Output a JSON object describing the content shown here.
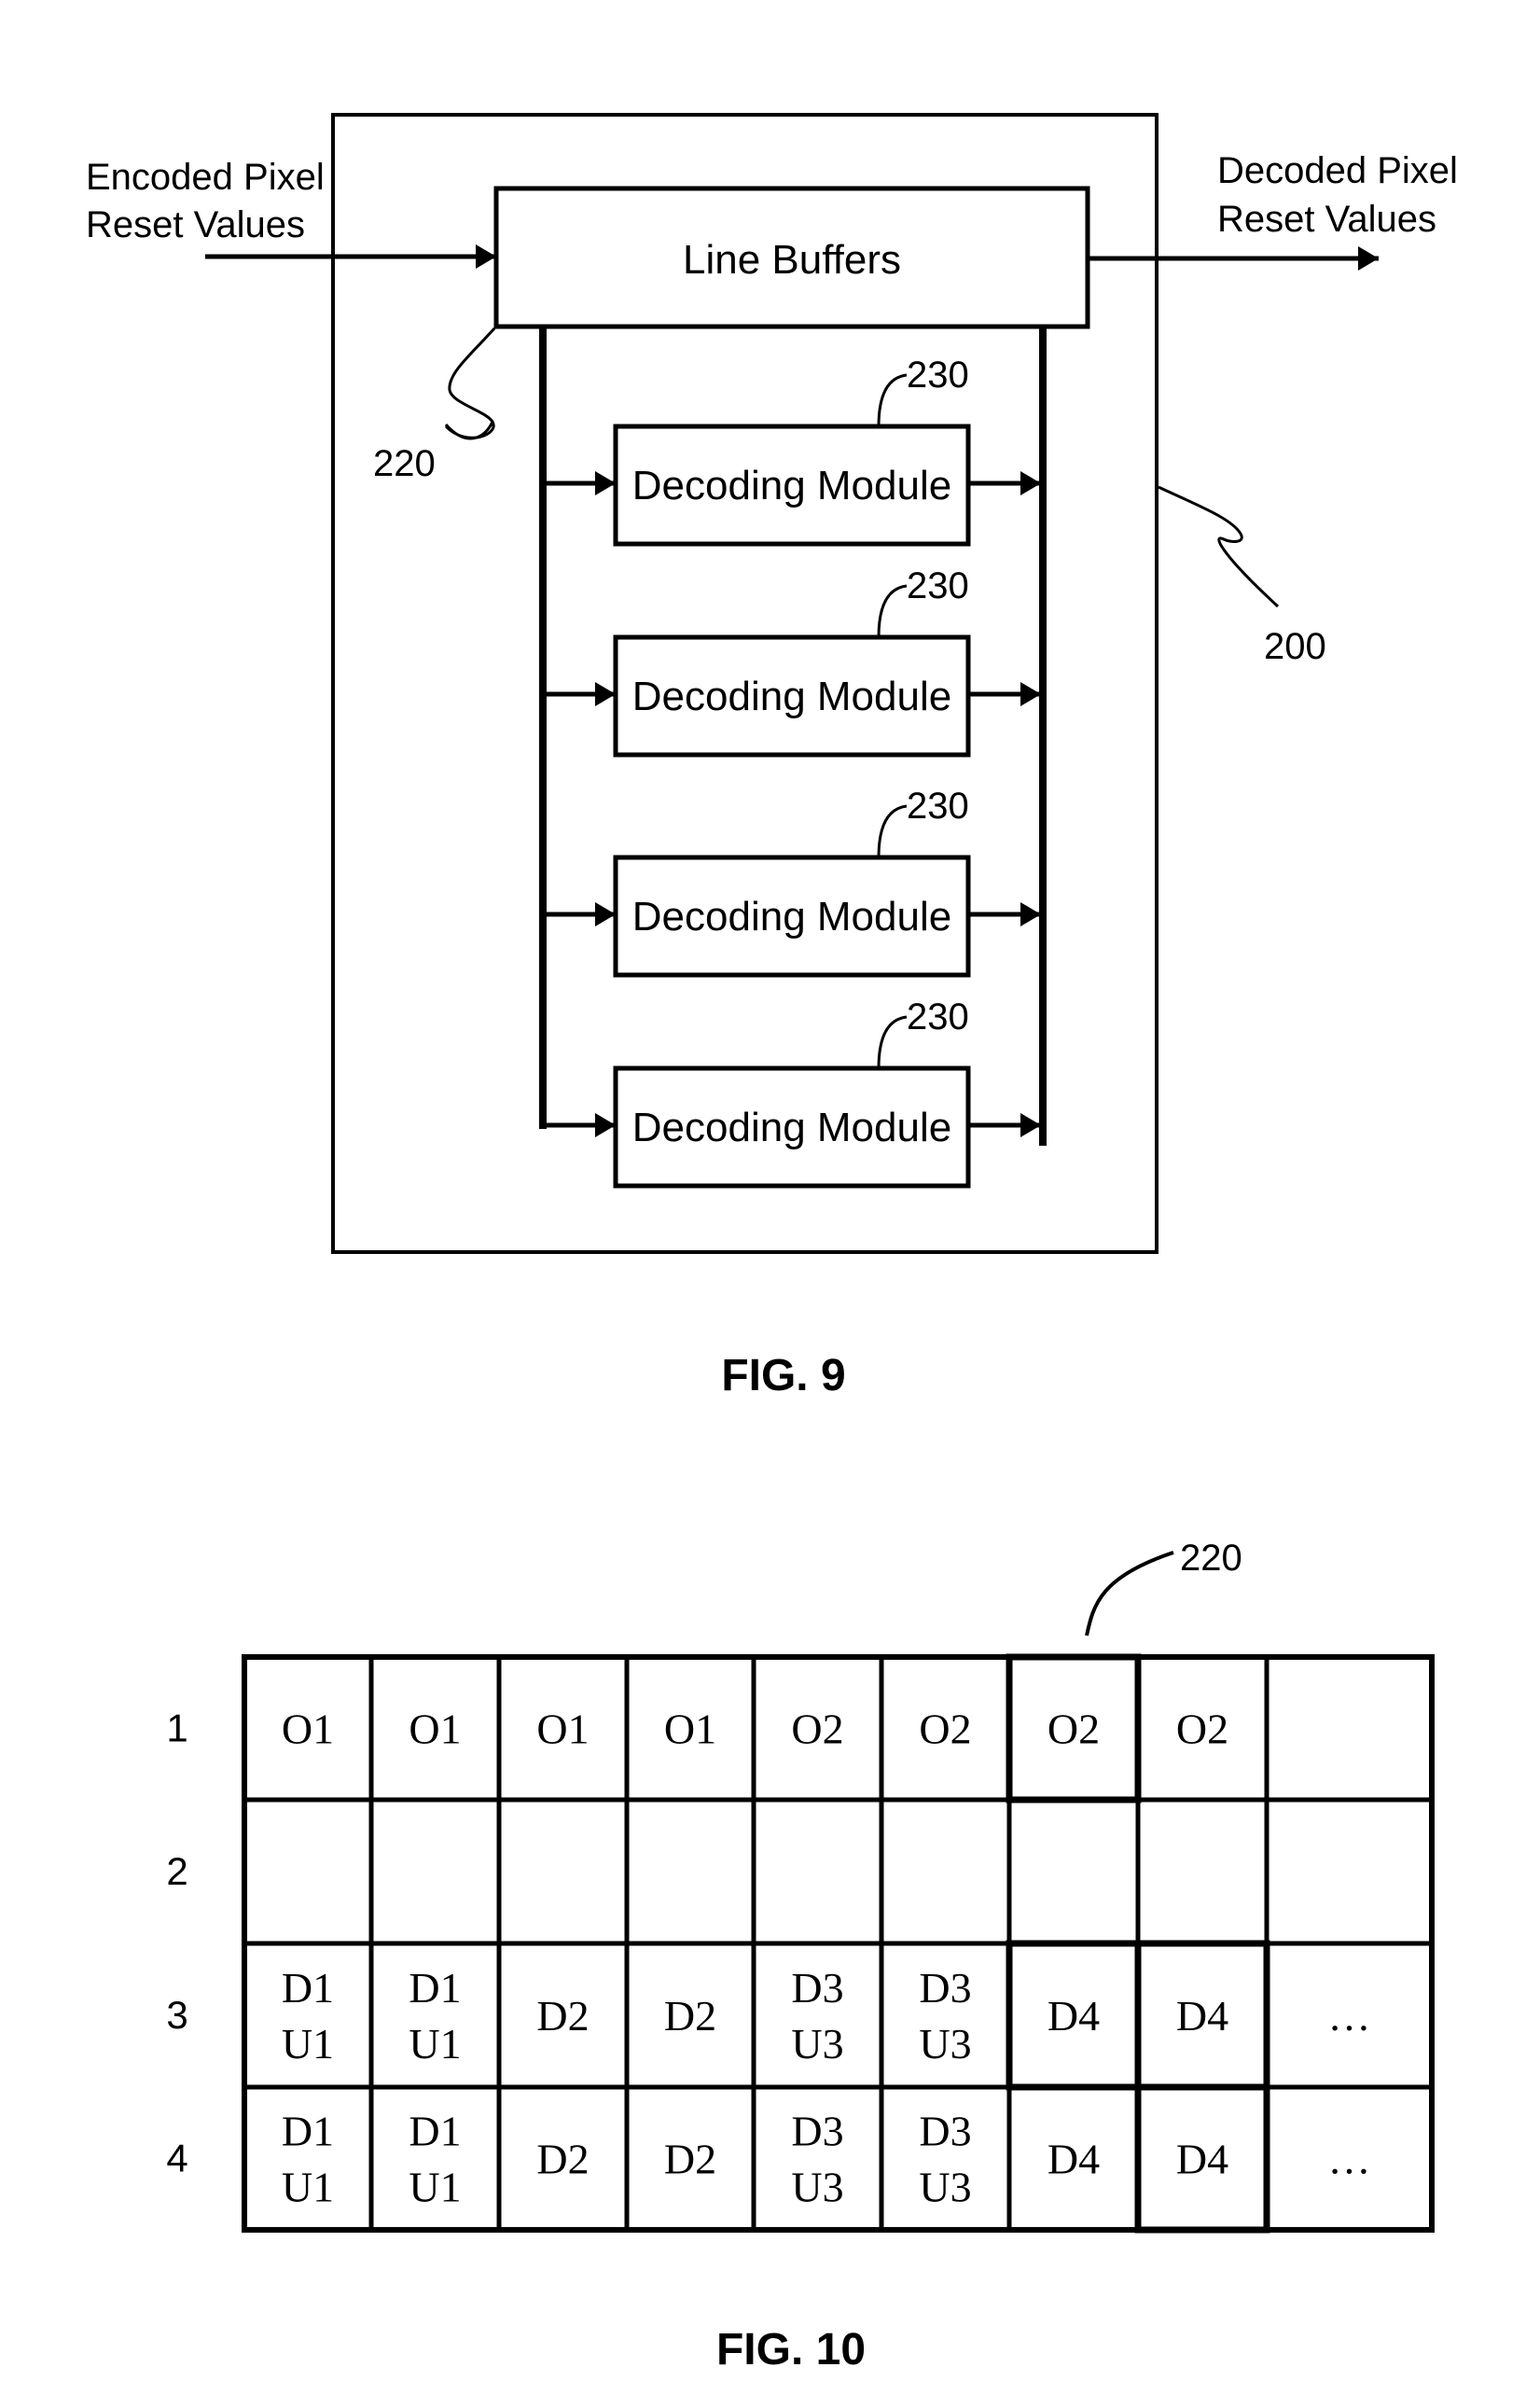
{
  "colors": {
    "ink": "#000000",
    "paper": "#ffffff"
  },
  "fig9": {
    "caption": "FIG. 9",
    "input_label": [
      "Encoded Pixel",
      "Reset Values"
    ],
    "output_label": [
      "Decoded Pixel",
      "Reset Values"
    ],
    "system_ref": "200",
    "line_buffers": {
      "label": "Line Buffers",
      "ref": "220"
    },
    "decoding_modules": [
      {
        "label": "Decoding Module",
        "ref": "230"
      },
      {
        "label": "Decoding Module",
        "ref": "230"
      },
      {
        "label": "Decoding Module",
        "ref": "230"
      },
      {
        "label": "Decoding Module",
        "ref": "230"
      }
    ]
  },
  "fig10": {
    "caption": "FIG. 10",
    "highlight_ref": "220",
    "highlighted_cells": [
      [
        0,
        6
      ],
      [
        2,
        7
      ],
      [
        3,
        7
      ],
      [
        2,
        6
      ]
    ],
    "rows": [
      {
        "num": "1",
        "cells": [
          [
            "O1"
          ],
          [
            "O1"
          ],
          [
            "O1"
          ],
          [
            "O1"
          ],
          [
            "O2"
          ],
          [
            "O2"
          ],
          [
            "O2"
          ],
          [
            "O2"
          ],
          []
        ]
      },
      {
        "num": "2",
        "cells": [
          [],
          [],
          [],
          [],
          [],
          [],
          [],
          [],
          []
        ]
      },
      {
        "num": "3",
        "cells": [
          [
            "D1",
            "U1"
          ],
          [
            "D1",
            "U1"
          ],
          [
            "D2"
          ],
          [
            "D2"
          ],
          [
            "D3",
            "U3"
          ],
          [
            "D3",
            "U3"
          ],
          [
            "D4"
          ],
          [
            "D4"
          ],
          [
            "…"
          ]
        ]
      },
      {
        "num": "4",
        "cells": [
          [
            "D1",
            "U1"
          ],
          [
            "D1",
            "U1"
          ],
          [
            "D2"
          ],
          [
            "D2"
          ],
          [
            "D3",
            "U3"
          ],
          [
            "D3",
            "U3"
          ],
          [
            "D4"
          ],
          [
            "D4"
          ],
          [
            "…"
          ]
        ]
      }
    ]
  }
}
